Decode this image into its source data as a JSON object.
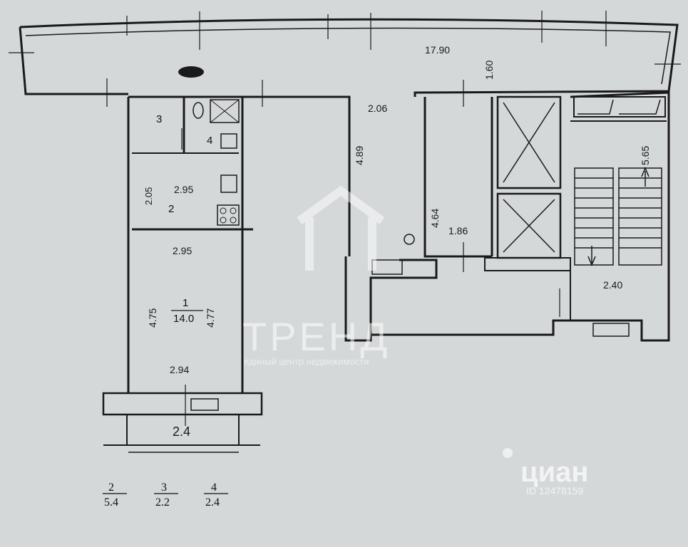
{
  "plan": {
    "dimensions": {
      "corridor_length": "17.90",
      "corridor_width": "1.60",
      "hall_width": "2.06",
      "hall_length": "4.89",
      "room_side": "4.64",
      "room_side_width": "1.86",
      "stair_length": "5.65",
      "stair_width": "2.40",
      "kitchen_depth": "2.05",
      "kitchen_width": "2.95",
      "room1_top": "2.95",
      "room1_left": "4.75",
      "room1_right": "4.77",
      "room1_bottom": "2.94",
      "balcony": "2.4"
    },
    "rooms": {
      "room1_number": "1",
      "room1_area": "14.0",
      "kitchen_number": "2",
      "wc_number": "3",
      "bath_number": "4"
    },
    "legend": [
      {
        "number": "2",
        "area": "5.4"
      },
      {
        "number": "3",
        "area": "2.2"
      },
      {
        "number": "4",
        "area": "2.4"
      }
    ]
  },
  "watermarks": {
    "agency_name": "ТРЕНД",
    "agency_tagline": "единый центр недвижимости",
    "listing_site": "циан",
    "listing_id": "ID 12478159"
  }
}
